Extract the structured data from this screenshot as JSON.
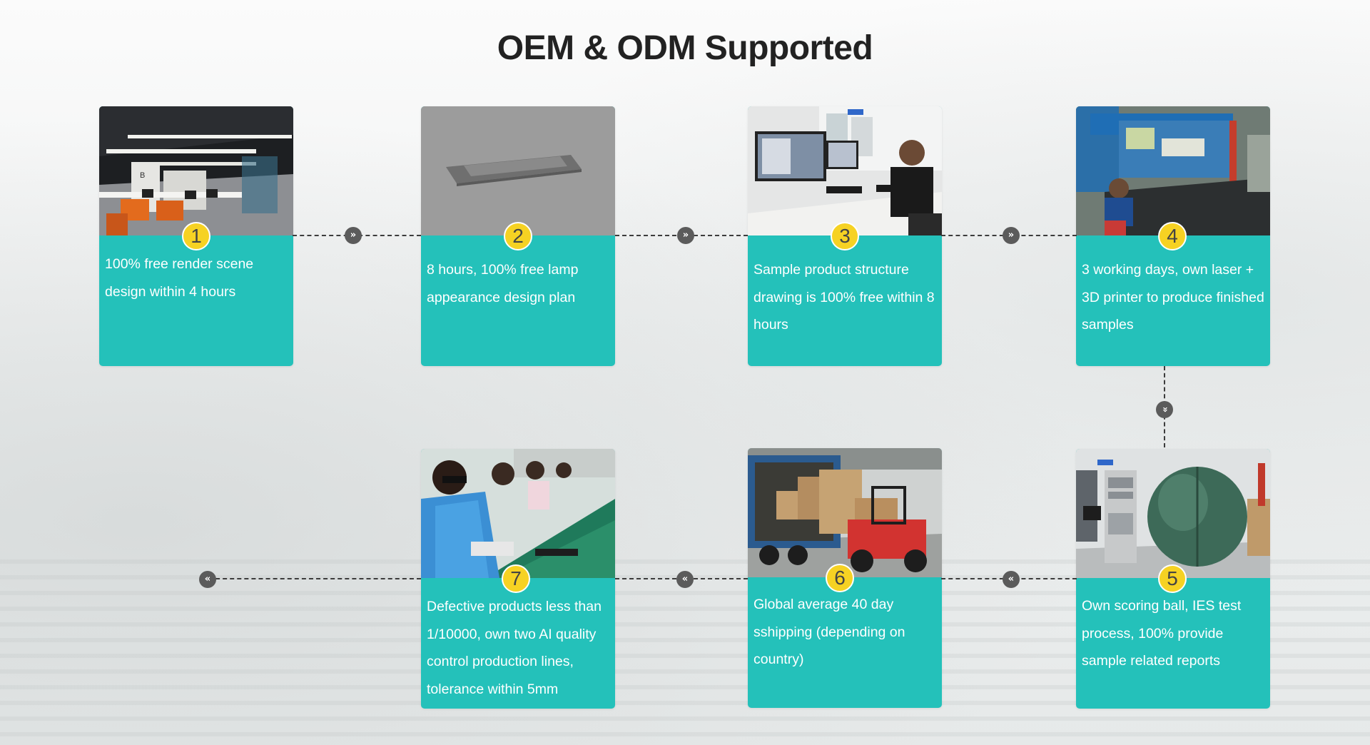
{
  "page": {
    "title": "OEM & ODM Supported"
  },
  "colors": {
    "card": "#24c1ba",
    "badge": "#f6d223",
    "connector": "#3c3c3c",
    "title": "#222222"
  },
  "steps": [
    {
      "number": "1",
      "text": "100% free render scene design within 4 hours",
      "photo_icon": "office-render-image"
    },
    {
      "number": "2",
      "text": "8 hours, 100% free lamp appearance design plan",
      "photo_icon": "lamp-3d-model-image"
    },
    {
      "number": "3",
      "text": "Sample product structure drawing is 100% free within 8 hours",
      "photo_icon": "engineer-at-computer-image"
    },
    {
      "number": "4",
      "text": "3 working days, own laser + 3D printer to produce finished samples",
      "photo_icon": "laser-machine-image"
    },
    {
      "number": "5",
      "text": "Own scoring ball, IES test process, 100% provide sample related reports",
      "photo_icon": "integrating-sphere-image"
    },
    {
      "number": "6",
      "text": "Global average 40 day sshipping (depending on country)",
      "photo_icon": "forklift-container-image"
    },
    {
      "number": "7",
      "text": "Defective products less than 1/10000, own two AI quality control production lines, tolerance within 5mm",
      "photo_icon": "production-line-image"
    }
  ],
  "arrows": {
    "forward": "»",
    "down": "»",
    "back": "«"
  }
}
